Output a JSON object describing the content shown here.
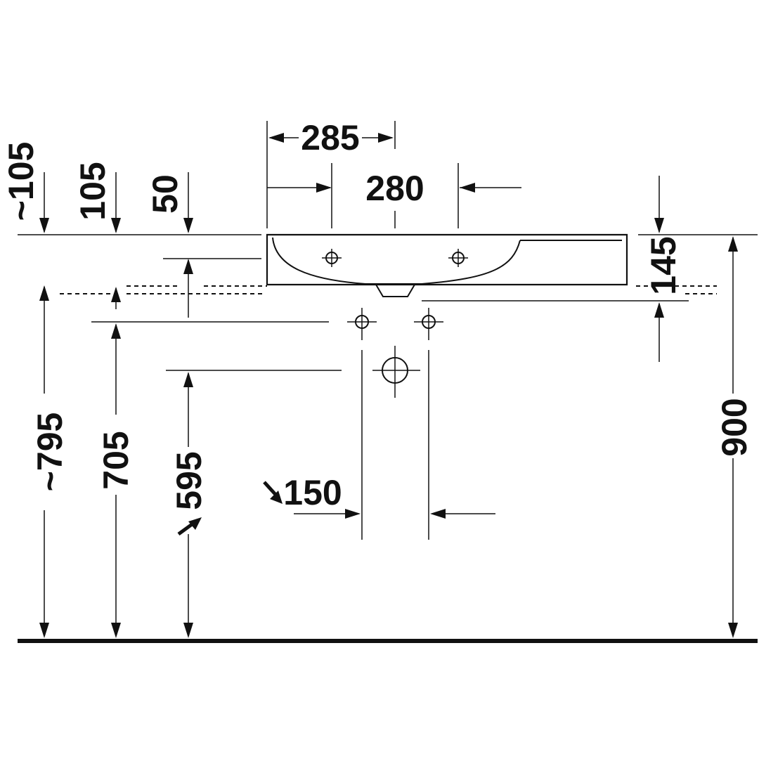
{
  "dimensions": {
    "top_width_outer": "285",
    "top_width_inner": "280",
    "approx_depth_left": "~105",
    "depth_105": "105",
    "depth_50": "50",
    "height_145": "145",
    "height_approx_795": "~795",
    "height_705": "705",
    "height_595": "595",
    "spacing_150": "150",
    "total_height_900": "900"
  },
  "colors": {
    "line": "#111111",
    "background": "#ffffff"
  }
}
